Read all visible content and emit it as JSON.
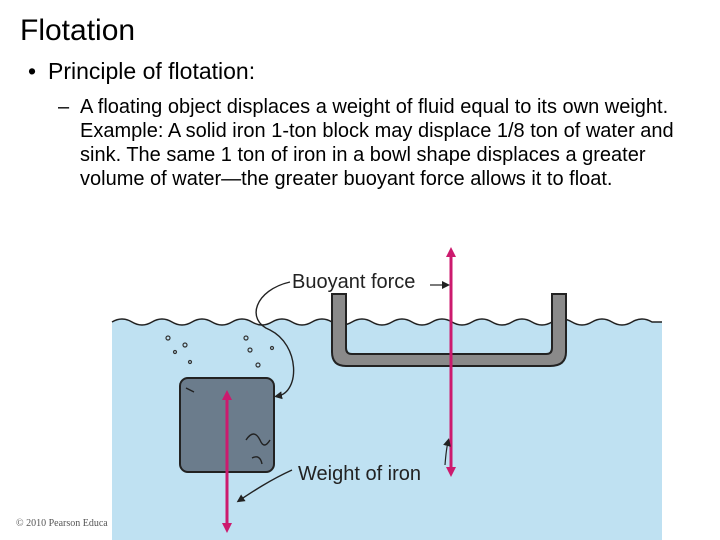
{
  "slide": {
    "title": "Flotation",
    "bullet": "Principle of flotation:",
    "sub_lines": [
      "A floating object displaces a weight of fluid equal to its own weight.",
      "Example: A solid iron 1-ton block may displace 1/8 ton of water and sink. The same 1 ton of iron in a bowl shape displaces a greater volume of water—the greater buoyant force allows it to float."
    ],
    "copyright": "© 2010 Pearson Educa"
  },
  "figure": {
    "label_buoyant": "Buoyant force",
    "label_weight": "Weight of iron",
    "colors": {
      "water": "#bfe1f2",
      "iron": "#6b7c8c",
      "bowl": "#8a8a8a",
      "arrow": "#cc1a6e"
    }
  }
}
